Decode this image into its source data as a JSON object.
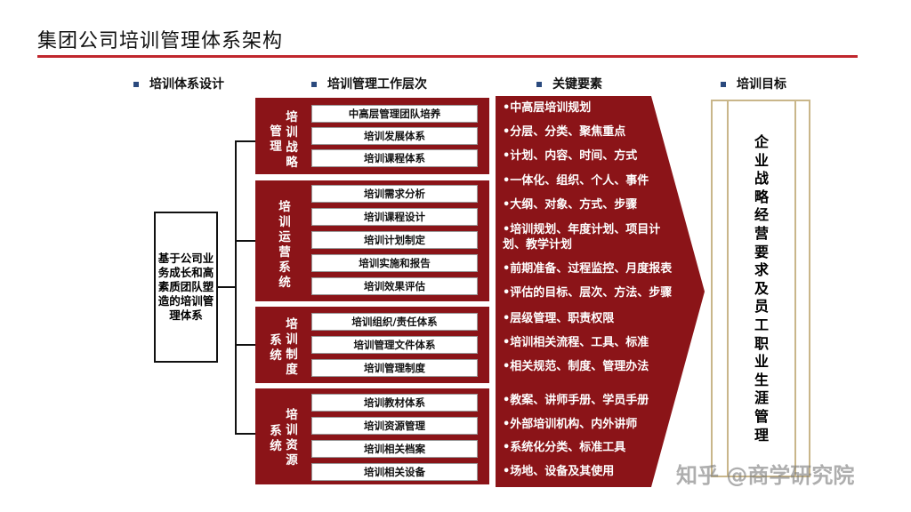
{
  "title": "集团公司培训管理体系架构",
  "columns": [
    "培训体系设计",
    "培训管理工作层次",
    "关键要素",
    "培训目标"
  ],
  "root_text": "基于公司业务成长和高素质团队塑造的培训管理体系",
  "groups": [
    {
      "label_cols": [
        "管理",
        "培训战略"
      ],
      "items": [
        "中高层管理团队培养",
        "培训发展体系",
        "培训课程体系"
      ]
    },
    {
      "label_cols": [
        "培训运营系统"
      ],
      "items": [
        "培训需求分析",
        "培训课程设计",
        "培训计划制定",
        "培训实施和报告",
        "培训效果评估"
      ]
    },
    {
      "label_cols": [
        "系统",
        "培训制度"
      ],
      "items": [
        "培训组织/责任体系",
        "培训管理文件体系",
        "培训管理制度"
      ]
    },
    {
      "label_cols": [
        "系统",
        "培训资源"
      ],
      "items": [
        "培训教材体系",
        "培训资源管理",
        "培训相关档案",
        "培训相关设备"
      ]
    }
  ],
  "key_elements": [
    "•中高层培训规划",
    "•分层、分类、聚焦重点",
    "•计划、内容、时间、方式",
    "•一体化、组织、个人、事件",
    "•大纲、对象、方式、步骤",
    "•培训规划、年度计划、项目计",
    "划、教学计划",
    "•前期准备、过程监控、月度报表",
    "•评估的目标、层次、方法、步骤",
    "•层级管理、职责权限",
    "•培训相关流程、工具、标准",
    "•相关规范、制度、管理办法",
    "•教案、讲师手册、学员手册",
    "•外部培训机构、内外讲师",
    "•系统化分类、标准工具",
    "•场地、设备及其使用"
  ],
  "target_text": "企业战略经营要求及员工职业生涯管理",
  "watermark": "知乎 @商学研究院",
  "colors": {
    "accent": "#8b1418",
    "rule": "#c0262d",
    "target_border": "#c9b68a",
    "bullet": "#2b4a7e"
  }
}
